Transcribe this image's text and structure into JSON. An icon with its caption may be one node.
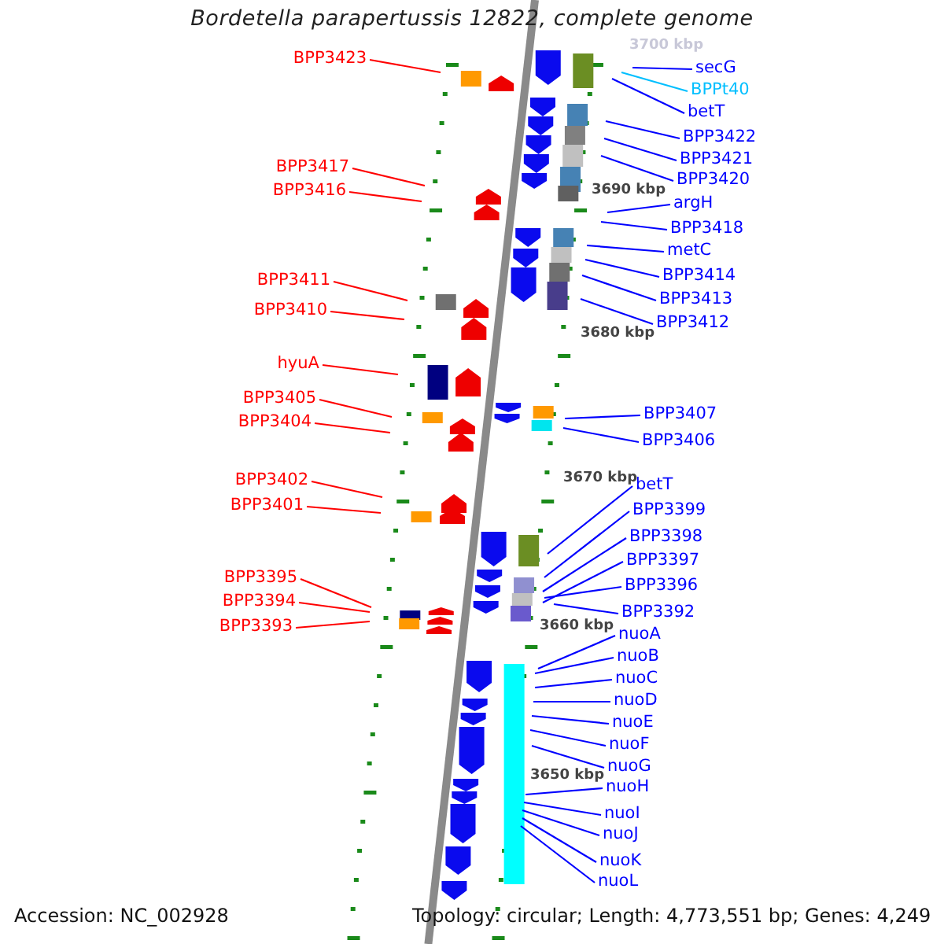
{
  "diagram": {
    "title": "Bordetella parapertussis 12822, complete genome",
    "nodes": [
      {
        "text": [
          "BPP3423"
        ]
      },
      {
        "text": [
          "BPP3417"
        ]
      },
      {
        "text": [
          "BPP3416"
        ]
      },
      {
        "text": [
          "BPP3411"
        ]
      },
      {
        "text": [
          "BPP3410"
        ]
      },
      {
        "text": [
          "hyuA"
        ]
      },
      {
        "text": [
          "BPP3405"
        ]
      },
      {
        "text": [
          "BPP3404"
        ]
      },
      {
        "text": [
          "BPP3402"
        ]
      },
      {
        "text": [
          "BPP3401"
        ]
      },
      {
        "text": [
          "BPP3395"
        ]
      },
      {
        "text": [
          "BPP3394"
        ]
      },
      {
        "text": [
          "BPP3393"
        ]
      },
      {
        "text": [
          "secG"
        ]
      },
      {
        "text": [
          "BPPt40"
        ]
      },
      {
        "text": [
          "betT"
        ]
      },
      {
        "text": [
          "BPP3422"
        ]
      },
      {
        "text": [
          "BPP3421"
        ]
      },
      {
        "text": [
          "BPP3420"
        ]
      },
      {
        "text": [
          "argH"
        ]
      },
      {
        "text": [
          "BPP3418"
        ]
      },
      {
        "text": [
          "metC"
        ]
      },
      {
        "text": [
          "BPP3414"
        ]
      },
      {
        "text": [
          "BPP3413"
        ]
      },
      {
        "text": [
          "BPP3412"
        ]
      },
      {
        "text": [
          "BPP3407"
        ]
      },
      {
        "text": [
          "BPP3406"
        ]
      },
      {
        "text": [
          "betT"
        ]
      },
      {
        "text": [
          "BPP3399"
        ]
      },
      {
        "text": [
          "BPP3398"
        ]
      },
      {
        "text": [
          "BPP3397"
        ]
      },
      {
        "text": [
          "BPP3396"
        ]
      },
      {
        "text": [
          "BPP3392"
        ]
      },
      {
        "text": [
          "nuoA"
        ]
      },
      {
        "text": [
          "nuoB"
        ]
      },
      {
        "text": [
          "nuoC"
        ]
      },
      {
        "text": [
          "nuoD"
        ]
      },
      {
        "text": [
          "nuoE"
        ]
      },
      {
        "text": [
          "nuoF"
        ]
      },
      {
        "text": [
          "nuoG"
        ]
      },
      {
        "text": [
          "nuoH"
        ]
      },
      {
        "text": [
          "nuoI"
        ]
      },
      {
        "text": [
          "nuoJ"
        ]
      },
      {
        "text": [
          "nuoK"
        ]
      },
      {
        "text": [
          "nuoL"
        ]
      }
    ],
    "edges": [
      {
        "from": 0,
        "to": null,
        "arrow": "none",
        "color": "#ff0000"
      },
      {
        "from": 1,
        "to": null,
        "arrow": "none",
        "color": "#ff0000"
      },
      {
        "from": 2,
        "to": null,
        "arrow": "none",
        "color": "#ff0000"
      },
      {
        "from": 3,
        "to": null,
        "arrow": "none",
        "color": "#ff0000"
      },
      {
        "from": 4,
        "to": null,
        "arrow": "none",
        "color": "#ff0000"
      },
      {
        "from": 5,
        "to": null,
        "arrow": "none",
        "color": "#ff0000"
      },
      {
        "from": 6,
        "to": null,
        "arrow": "none",
        "color": "#ff0000"
      },
      {
        "from": 7,
        "to": null,
        "arrow": "none",
        "color": "#ff0000"
      },
      {
        "from": 8,
        "to": null,
        "arrow": "none",
        "color": "#ff0000"
      },
      {
        "from": 9,
        "to": null,
        "arrow": "none",
        "color": "#ff0000"
      },
      {
        "from": 10,
        "to": null,
        "arrow": "none",
        "color": "#ff0000"
      },
      {
        "from": 11,
        "to": null,
        "arrow": "none",
        "color": "#ff0000"
      },
      {
        "from": 12,
        "to": null,
        "arrow": "none",
        "color": "#ff0000"
      },
      {
        "from": 13,
        "to": null,
        "arrow": "none"
      },
      {
        "from": 14,
        "to": null,
        "arrow": "none",
        "color": "#00bfff"
      },
      {
        "from": 15,
        "to": null,
        "arrow": "none"
      },
      {
        "from": 16,
        "to": null,
        "arrow": "none"
      },
      {
        "from": 17,
        "to": null,
        "arrow": "none"
      },
      {
        "from": 18,
        "to": null,
        "arrow": "none"
      },
      {
        "from": 19,
        "to": null,
        "arrow": "none"
      },
      {
        "from": 20,
        "to": null,
        "arrow": "none"
      },
      {
        "from": 21,
        "to": null,
        "arrow": "none"
      },
      {
        "from": 22,
        "to": null,
        "arrow": "none"
      },
      {
        "from": 23,
        "to": null,
        "arrow": "none"
      },
      {
        "from": 24,
        "to": null,
        "arrow": "none"
      },
      {
        "from": 25,
        "to": null,
        "arrow": "none"
      },
      {
        "from": 26,
        "to": null,
        "arrow": "none"
      },
      {
        "from": 27,
        "to": null,
        "arrow": "none"
      },
      {
        "from": 28,
        "to": null,
        "arrow": "none"
      },
      {
        "from": 29,
        "to": null,
        "arrow": "none"
      },
      {
        "from": 30,
        "to": null,
        "arrow": "none"
      },
      {
        "from": 31,
        "to": null,
        "arrow": "none"
      },
      {
        "from": 32,
        "to": null,
        "arrow": "none"
      },
      {
        "from": 33,
        "to": null,
        "arrow": "none"
      },
      {
        "from": 34,
        "to": null,
        "arrow": "none"
      },
      {
        "from": 35,
        "to": null,
        "arrow": "none"
      },
      {
        "from": 36,
        "to": null,
        "arrow": "none"
      },
      {
        "from": 37,
        "to": null,
        "arrow": "none"
      },
      {
        "from": 38,
        "to": null,
        "arrow": "none"
      },
      {
        "from": 39,
        "to": null,
        "arrow": "none"
      },
      {
        "from": 40,
        "to": null,
        "arrow": "none"
      },
      {
        "from": 41,
        "to": null,
        "arrow": "none"
      },
      {
        "from": 42,
        "to": null,
        "arrow": "none"
      },
      {
        "from": 43,
        "to": null,
        "arrow": "none"
      },
      {
        "from": 44,
        "to": null,
        "arrow": "none"
      }
    ],
    "labels": [
      "3700 kbp",
      "3690 kbp",
      "3680 kbp",
      "3670 kbp",
      "3660 kbp",
      "3650 kbp",
      "Accession: NC_002928",
      "Topology: circular; Length: 4,773,551 bp; Genes: 4,249"
    ]
  }
}
